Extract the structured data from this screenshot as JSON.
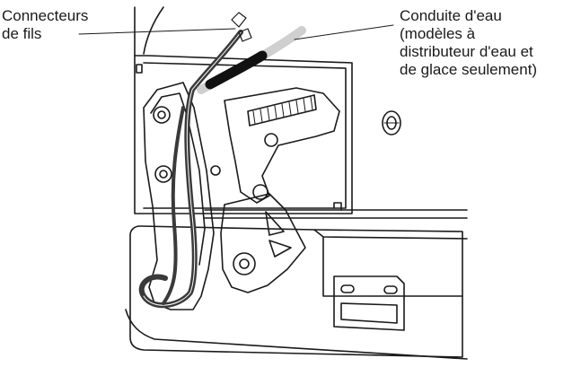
{
  "labels": {
    "wire_connectors": {
      "line1": "Connecteurs",
      "line2": "de fils"
    },
    "water_line": {
      "line1": "Conduite d'eau",
      "line2": "(modèles à",
      "line3": "distributeur d'eau et",
      "line4": "de glace seulement)"
    }
  },
  "colors": {
    "ink": "#1a1a1a",
    "wire_harness": "#3a3a3a",
    "water_tube": "#cfcfcf",
    "water_tube_sleeve": "#111111"
  }
}
